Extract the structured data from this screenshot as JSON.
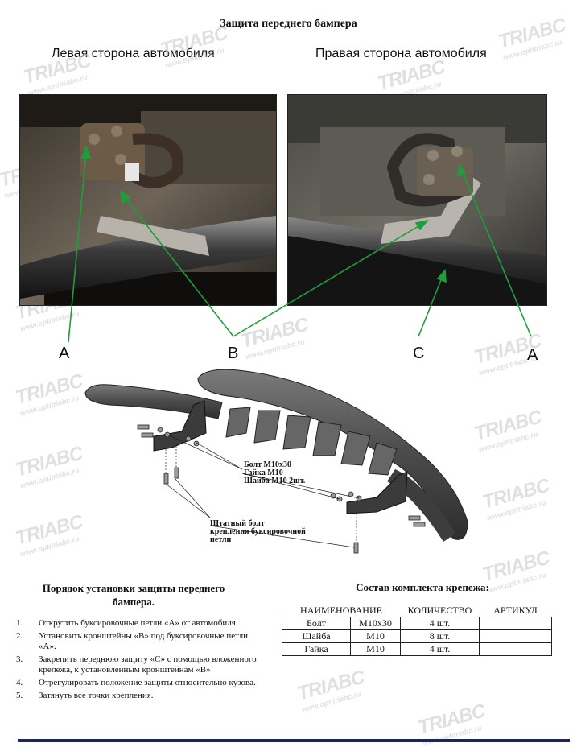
{
  "title": "Защита переднего бампера",
  "left_side_label": "Левая сторона автомобиля",
  "right_side_label": "Правая сторона автомобиля",
  "callouts": [
    "A",
    "B",
    "C",
    "A"
  ],
  "watermark": {
    "main": "TRIABC",
    "sub": "www.optitriabc.ru"
  },
  "diagram": {
    "hardware_label_1": "Болт М10х30",
    "hardware_label_2": "Гайка М10",
    "hardware_label_3": "Шайба М10 2шт.",
    "bolt_label_1": "Штатный болт",
    "bolt_label_2": "крепления буксировочной",
    "bolt_label_3": "петли"
  },
  "installation": {
    "title_line1": "Порядок установки защиты переднего",
    "title_line2": "бампера.",
    "steps": [
      {
        "n": "1.",
        "text": "Открутить буксировочные петли «А» от автомобиля."
      },
      {
        "n": "2.",
        "text": "Установить кронштейны «В» под буксировочные петли «А»."
      },
      {
        "n": "3.",
        "text": "Закрепить переднюю защиту «С» с помощью вложенного крепежа, к установленным кронштейнам «В»"
      },
      {
        "n": "4.",
        "text": "Отрегулировать положение защиты относительно кузова."
      },
      {
        "n": "5.",
        "text": "Затянуть все точки крепления."
      }
    ]
  },
  "kit": {
    "title": "Состав комплекта крепежа:",
    "headers": [
      "НАИМЕНОВАНИЕ",
      "",
      "КОЛИЧЕСТВО",
      "АРТИКУЛ"
    ],
    "rows": [
      [
        "Болт",
        "М10х30",
        "4 шт.",
        ""
      ],
      [
        "Шайба",
        "М10",
        "8 шт.",
        ""
      ],
      [
        "Гайка",
        "М10",
        "4 шт.",
        ""
      ]
    ]
  },
  "colors": {
    "arrow": "#1e9e3a",
    "bar": "#1f2356",
    "tube": "#555555"
  }
}
